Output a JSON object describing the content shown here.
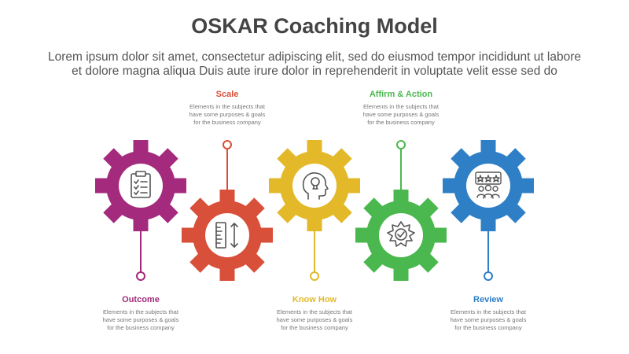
{
  "title": "OSKAR Coaching Model",
  "subtitle": [
    "Lorem ipsum dolor sit amet, consectetur adipiscing elit, sed do eiusmod tempor incididunt ut labore",
    "et dolore magna aliqua Duis aute irure dolor in reprehenderit in voluptate velit esse sed do"
  ],
  "steps": [
    {
      "title": "Outcome",
      "color": "#a32a7c",
      "icon": "clipboard-checklist-icon",
      "description": [
        "Elements in the subjects that",
        "have  some purposes & goals",
        "for  the  business company"
      ]
    },
    {
      "title": "Scale",
      "color": "#d9503a",
      "icon": "ruler-scale-icon",
      "description": [
        "Elements in the subjects that",
        "have  some purposes & goals",
        "for  the  business company"
      ]
    },
    {
      "title": "Know How",
      "color": "#e3b929",
      "icon": "head-lightbulb-icon",
      "description": [
        "Elements in the subjects that",
        "have  some purposes & goals",
        "for  the  business company"
      ]
    },
    {
      "title": "Affirm & Action",
      "color": "#4ab84e",
      "icon": "badge-check-icon",
      "description": [
        "Elements in the subjects that",
        "have  some purposes & goals",
        "for  the  business company"
      ]
    },
    {
      "title": "Review",
      "color": "#2f7fc6",
      "icon": "team-rating-icon",
      "description": [
        "Elements in the subjects that",
        "have  some purposes & goals",
        "for  the  business company"
      ]
    }
  ]
}
